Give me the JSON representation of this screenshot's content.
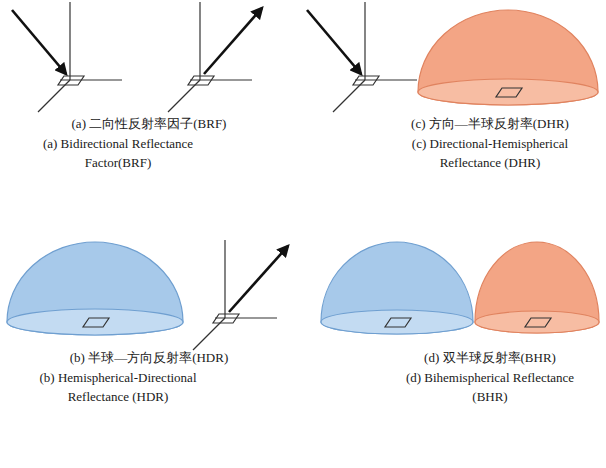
{
  "diagram": {
    "labels": [
      "(a) 二向性反射率因子(BRF)",
      "(a) Bidirectional Reflectance Factor(BRF)",
      "(c) 方向—半球反射率(DHR)",
      "(c) Directional-Hemispherical Reflectance (DHR)",
      "(b) 半球—方向反射率(HDR)",
      "(b) Hemispherical-Directional Reflectance (HDR)",
      "(d) 双半球反射率(BHR)",
      "(d) Bihemispherical Reflectance (BHR)"
    ]
  }
}
